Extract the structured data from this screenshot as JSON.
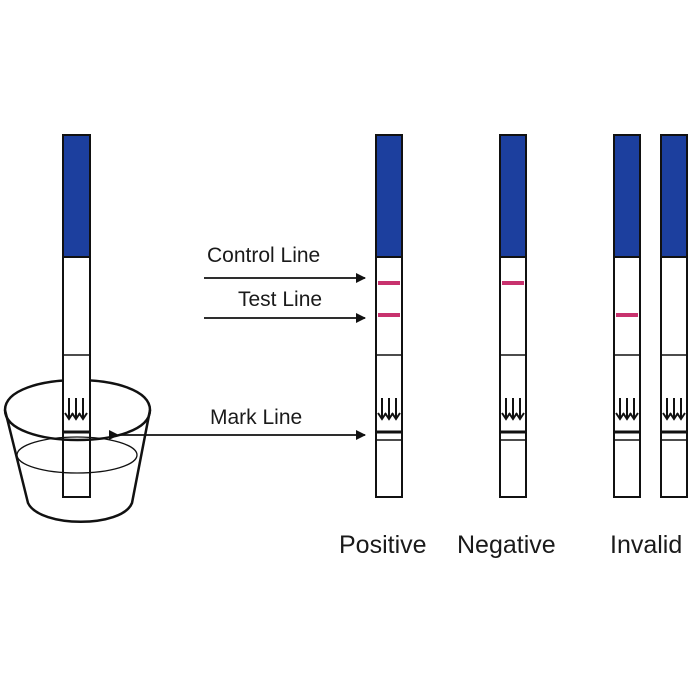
{
  "labels": {
    "control_line": "Control Line",
    "test_line": "Test Line",
    "mark_line": "Mark Line"
  },
  "results": [
    {
      "label": "Positive",
      "control_line_visible": true,
      "test_line_visible": true
    },
    {
      "label": "Negative",
      "control_line_visible": true,
      "test_line_visible": false
    },
    {
      "label": "Invalid",
      "control_line_visible": false,
      "test_line_visible": true
    },
    {
      "label": "",
      "control_line_visible": false,
      "test_line_visible": false
    }
  ],
  "colors": {
    "strip_handle": "#1c3f9e",
    "strip_outline": "#111111",
    "reaction_line": "#c8326e",
    "arrow": "#111111",
    "background": "#ffffff"
  }
}
